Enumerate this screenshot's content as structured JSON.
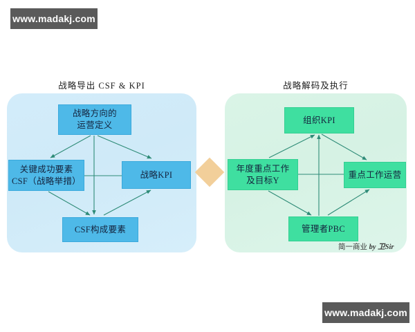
{
  "watermarks": {
    "top": "www.madakj.com",
    "bottom": "www.madakj.com"
  },
  "panels": {
    "left": {
      "title": "战略导出 CSF & KPI",
      "fill": "#d3ecfa",
      "node_fill": "#4eb9e8",
      "nodes": {
        "top": {
          "line1": "战略方向的",
          "line2": "运营定义"
        },
        "left": {
          "line1": "关键成功要素",
          "line2": "CSF（战略举措）"
        },
        "right": {
          "line1": "战略KPI",
          "line2": ""
        },
        "bottom": {
          "line1": "CSF构成要素",
          "line2": ""
        }
      }
    },
    "right": {
      "title": "战略解码及执行",
      "fill": "#daf4e7",
      "node_fill": "#3fdfa0",
      "nodes": {
        "top": {
          "line1": "组织KPI",
          "line2": ""
        },
        "left": {
          "line1": "年度重点工作",
          "line2": "及目标Y"
        },
        "right": {
          "line1": "重点工作运营",
          "line2": ""
        },
        "bottom": {
          "line1": "管理者PBC",
          "line2": ""
        }
      }
    }
  },
  "connector": {
    "shape": "diamond",
    "color": "#f2cf9a",
    "arrow_color": "#2e8b77"
  },
  "signature": {
    "brand": "简一商业",
    "by": "by",
    "author": "卫Sir"
  }
}
